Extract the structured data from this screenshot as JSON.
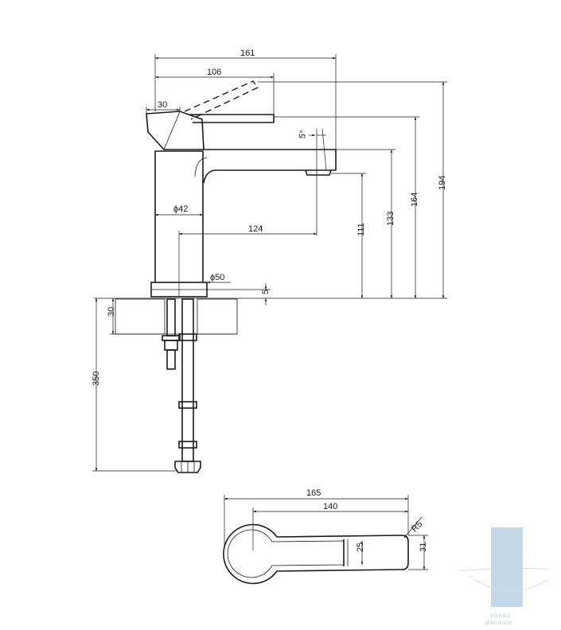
{
  "drawing": {
    "dims": {
      "overall_width": "161",
      "spout_reach": "106",
      "lever_offset": "30",
      "lever_angle": "5°",
      "base_diameter": "ϕ42",
      "flange_diameter": "ϕ50",
      "spout_projection": "124",
      "gasket": "5",
      "spout_height": "111",
      "body_height": "133",
      "lever_height": "164",
      "total_height": "194",
      "counter_thickness": "30",
      "hose_length": "350",
      "plan_length": "165",
      "plan_lever_length": "140",
      "plan_radius": "R5",
      "plan_inner_width": "25",
      "plan_width": "31"
    },
    "watermark": {
      "line1": "vannu",
      "line2": "pasaule"
    },
    "colors": {
      "line": "#1a1a1a",
      "watermark": "#c6d7ea"
    }
  }
}
